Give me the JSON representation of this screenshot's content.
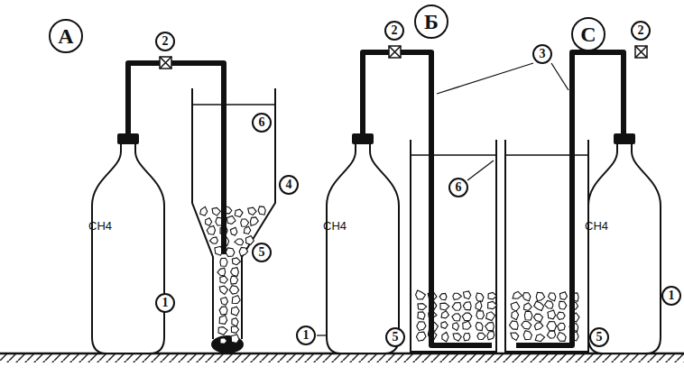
{
  "diagram": {
    "nodes": [
      {
        "text": [
          "CH4"
        ]
      },
      {
        "text": [
          "CH4"
        ]
      },
      {
        "text": [
          "CH4"
        ]
      }
    ],
    "labels": [
      "А",
      "2",
      "6",
      "4",
      "5",
      "1",
      "Б",
      "2",
      "3",
      "С",
      "2",
      "6",
      "1",
      "5",
      "5",
      "1"
    ]
  }
}
